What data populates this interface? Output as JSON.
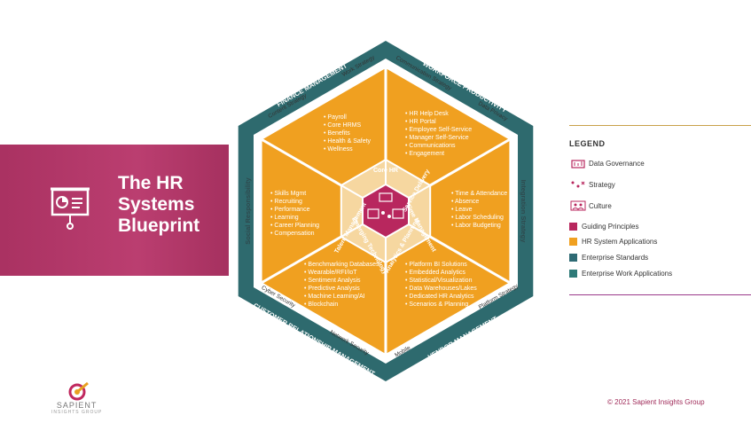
{
  "title_lines": [
    "The HR",
    "Systems",
    "Blueprint"
  ],
  "center_segments": [
    "Core HR",
    "Service Delivery",
    "Time Management",
    "Analytics & Planning",
    "Emerging Technology",
    "Talent Management"
  ],
  "panels": {
    "top": [
      "Payroll",
      "Core HRMS",
      "Benefits",
      "Health & Safety",
      "Wellness"
    ],
    "top_right": [
      "HR Help Desk",
      "HR Portal",
      "Employee Self-Service",
      "Manager Self-Service",
      "Communications",
      "Engagement"
    ],
    "right": [
      "Time & Attendance",
      "Absence",
      "Leave",
      "Labor Scheduling",
      "Labor Budgeting"
    ],
    "bottom_right": [
      "Platform BI Solutions",
      "Embedded Analytics",
      "Statistical/Visualization",
      "Data Warehouses/Lakes",
      "Dedicated HR Analytics",
      "Scenarios & Planning"
    ],
    "bottom_left": [
      "Benchmarking Databases",
      "Wearable/RFI/IoT",
      "Sentiment Analysis",
      "Predictive Analysis",
      "Machine Learning/AI",
      "Blockchain"
    ],
    "left": [
      "Skills Mgmt",
      "Recruiting",
      "Performance",
      "Learning",
      "Career Planning",
      "Compensation"
    ]
  },
  "outer_labels": {
    "finance": "FINANCE MANAGEMENT",
    "workforce": "WORKFORCE PRODUCTIVITY",
    "crm": "CUSTOMER RELATIONSHIP MANAGEMENT",
    "vendor": "VENDOR MANAGEMENT",
    "social": "Social Responsibility",
    "integration": "Integration Strategy"
  },
  "ring_labels": {
    "work_strategy": "Work Strategy",
    "content_strategy": "Content Strategy",
    "communication_strategy": "Communication Strategy",
    "data_privacy": "Data Privacy",
    "cyber_security": "Cyber Security",
    "network_security": "Network Security",
    "mobile": "Mobile",
    "platform_strategy": "Platform Strategy"
  },
  "legend": {
    "title": "LEGEND",
    "icons": [
      {
        "label": "Data Governance",
        "icon": "data-governance-icon"
      },
      {
        "label": "Strategy",
        "icon": "strategy-icon"
      },
      {
        "label": "Culture",
        "icon": "culture-icon"
      }
    ],
    "categories": [
      {
        "label": "Guiding Principles",
        "color": "#b8275e"
      },
      {
        "label": "HR System Applications",
        "color": "#f0a020"
      },
      {
        "label": "Enterprise Standards",
        "color": "#2e6a74"
      },
      {
        "label": "Enterprise Work Applications",
        "color": "#2e7a78"
      }
    ]
  },
  "colors": {
    "teal": "#2e6a6e",
    "orange": "#f0a020",
    "magenta": "#b8275e"
  },
  "logo": {
    "name": "SAPIENT",
    "sub": "INSIGHTS GROUP"
  },
  "copyright": "© 2021 Sapient Insights Group"
}
